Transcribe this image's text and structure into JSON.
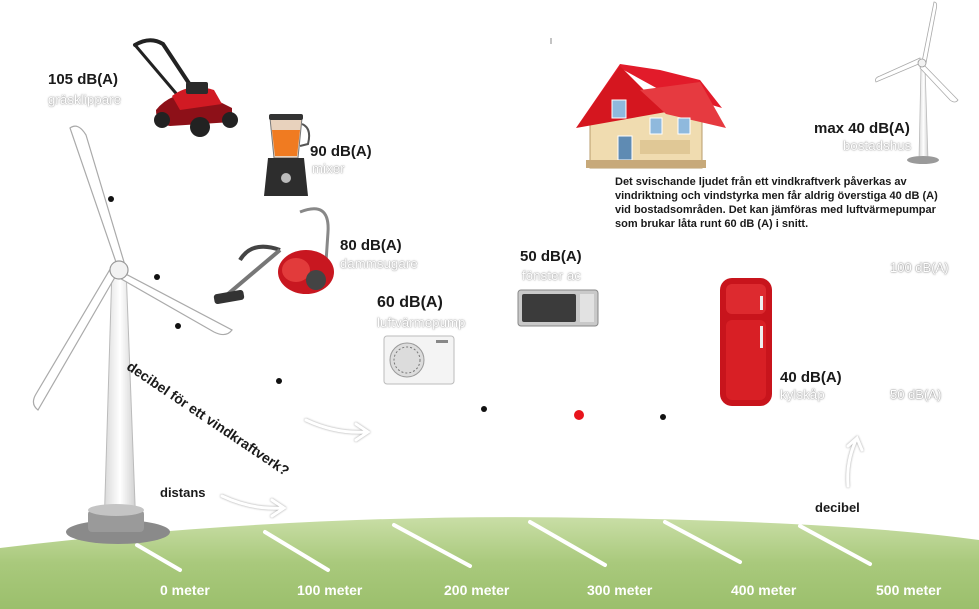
{
  "items": [
    {
      "db": "105 dB(A)",
      "label": "gräsklippare"
    },
    {
      "db": "90 dB(A)",
      "label": "mixer"
    },
    {
      "db": "80 dB(A)",
      "label": "dammsugare"
    },
    {
      "db": "60 dB(A)",
      "label": "luftvärmepump"
    },
    {
      "db": "50 dB(A)",
      "label": "fönster ac"
    },
    {
      "db": "40 dB(A)",
      "label": "kylskåp"
    },
    {
      "db": "max 40 dB(A)",
      "label": "bostadshus"
    }
  ],
  "note": "Det svischande ljudet från ett vindkraftverk påverkas av vindriktning och vindstyrka men får aldrig överstiga 40 dB (A) vid bostadsområden. Det kan jämföras med luftvärmepumpar som brukar låta runt 60 dB (A) i snitt.",
  "curve_label": "decibel för ett vindkraftverk?",
  "axis": {
    "x_label": "distans",
    "y_label": "decibel",
    "y_ticks": [
      "100 dB(A)",
      "50 dB(A)"
    ],
    "x_ticks": [
      "0 meter",
      "100 meter",
      "200 meter",
      "300 meter",
      "400 meter",
      "500 meter"
    ]
  },
  "colors": {
    "ground": "#a8c97a",
    "highlight_dot": "#e8141c",
    "house_roof": "#e21b2a",
    "fridge": "#c8141c"
  }
}
